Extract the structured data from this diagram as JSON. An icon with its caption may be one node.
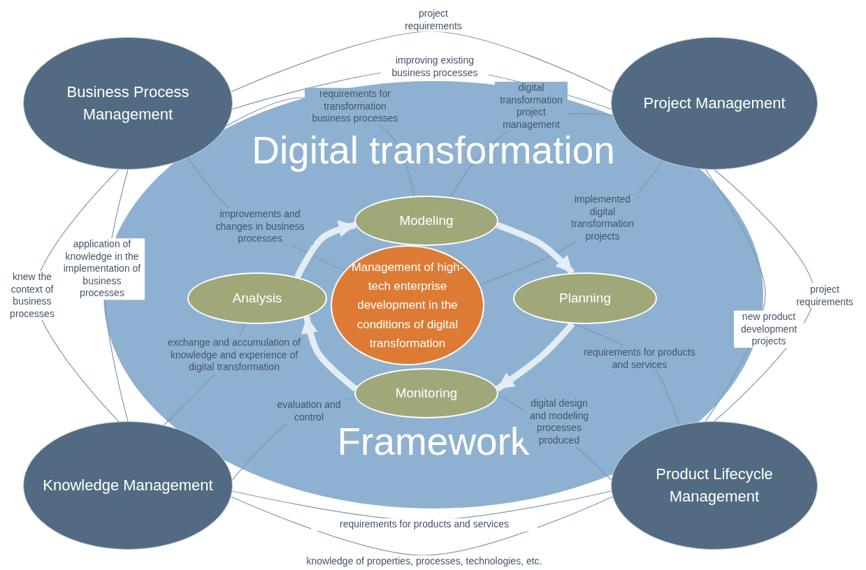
{
  "diagram": {
    "nodes": [
      {
        "text": [
          "Digital transformation",
          "Framework"
        ]
      },
      {
        "text": [
          "Business Process Management"
        ]
      },
      {
        "text": [
          "Project Management"
        ]
      },
      {
        "text": [
          "Modeling"
        ],
        "in": 0
      },
      {
        "text": [
          "Analysis"
        ],
        "in": 0
      },
      {
        "text": [
          "Management of high-tech enterprise development in the conditions of digital transformation"
        ],
        "in": 0
      },
      {
        "text": [
          "Planning"
        ],
        "in": 0
      },
      {
        "text": [
          "Monitoring"
        ],
        "in": 0
      },
      {
        "text": [
          "Knowledge Management"
        ]
      },
      {
        "text": [
          "Product Lifecycle Management"
        ]
      }
    ],
    "edges": [
      {
        "from": 1,
        "to": 2,
        "arrow": "none",
        "label": "project requirements"
      },
      {
        "from": 1,
        "to": 2,
        "arrow": "none",
        "label": "improving existing business processes"
      },
      {
        "from": 1,
        "to": 3,
        "arrow": "none",
        "label": "requirements for transformation business processes"
      },
      {
        "from": 2,
        "to": 3,
        "arrow": "none",
        "label": "digital transformation project management"
      },
      {
        "from": 1,
        "to": 5,
        "arrow": "none",
        "label": "improvements and changes in business processes"
      },
      {
        "from": 2,
        "to": 5,
        "arrow": "none",
        "label": "implemented digital transformation projects"
      },
      {
        "from": 1,
        "to": 8,
        "arrow": "none",
        "label": "knew the context of business processes"
      },
      {
        "from": 1,
        "to": 8,
        "arrow": "none",
        "label": "application of knowledge in the implementation of business processes"
      },
      {
        "from": 2,
        "to": 9,
        "arrow": "none",
        "label": "project requirements"
      },
      {
        "from": 2,
        "to": 9,
        "arrow": "none",
        "label": "new product development projects"
      },
      {
        "from": 8,
        "to": 4,
        "arrow": "none",
        "label": "exchange and accumulation of knowledge and experience of digital transformation"
      },
      {
        "from": 8,
        "to": 7,
        "arrow": "none",
        "label": "evaluation and control"
      },
      {
        "from": 6,
        "to": 9,
        "arrow": "none",
        "label": "requirements for products and services"
      },
      {
        "from": 7,
        "to": 9,
        "arrow": "none",
        "label": "digital design and modeling processes produced"
      },
      {
        "from": 8,
        "to": 9,
        "arrow": "none",
        "label": "requirements for products and services"
      },
      {
        "from": 8,
        "to": 9,
        "arrow": "none",
        "label": "knowledge of properties, processes, technologies, etc."
      },
      {
        "from": 4,
        "to": 3,
        "arrow": "to",
        "style": "thick",
        "color": "#e4edf5"
      },
      {
        "from": 3,
        "to": 6,
        "arrow": "to",
        "style": "thick",
        "color": "#e4edf5"
      },
      {
        "from": 6,
        "to": 7,
        "arrow": "to",
        "style": "thick",
        "color": "#e4edf5"
      },
      {
        "from": 7,
        "to": 4,
        "arrow": "to",
        "style": "thick",
        "color": "#e4edf5"
      }
    ]
  }
}
